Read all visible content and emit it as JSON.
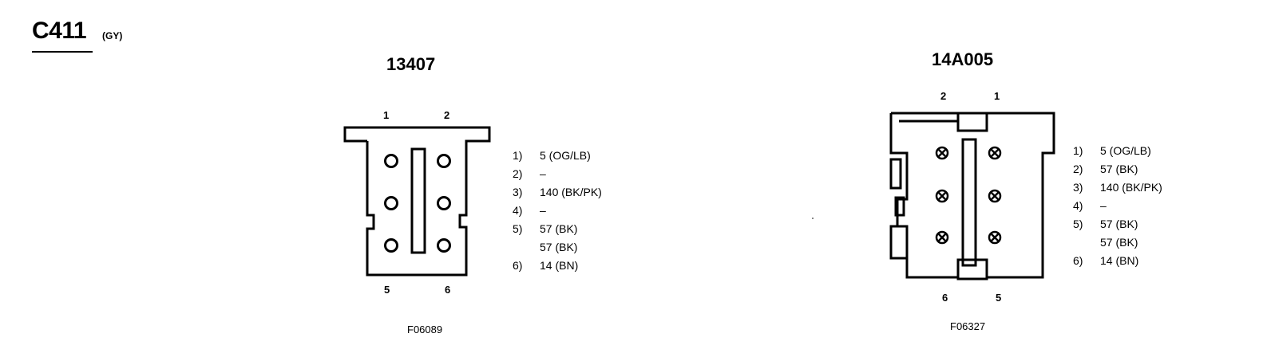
{
  "header": {
    "title": "C411",
    "subtitle": "(GY)"
  },
  "left_connector": {
    "part_number": "13407",
    "pins_top": [
      "1",
      "2"
    ],
    "pins_bottom": [
      "5",
      "6"
    ],
    "legend": [
      {
        "pin": "1)",
        "text": "5 (OG/LB)"
      },
      {
        "pin": "2)",
        "text": "–"
      },
      {
        "pin": "3)",
        "text": "140 (BK/PK)"
      },
      {
        "pin": "4)",
        "text": "–"
      },
      {
        "pin": "5)",
        "text": "57 (BK)"
      },
      {
        "pin": "",
        "text": "57 (BK)"
      },
      {
        "pin": "6)",
        "text": "14 (BN)"
      }
    ],
    "figure_id": "F06089"
  },
  "right_connector": {
    "part_number": "14A005",
    "pins_top": [
      "2",
      "1"
    ],
    "pins_bottom": [
      "6",
      "5"
    ],
    "legend": [
      {
        "pin": "1)",
        "text": "5 (OG/LB)"
      },
      {
        "pin": "2)",
        "text": "57 (BK)"
      },
      {
        "pin": "3)",
        "text": "140 (BK/PK)"
      },
      {
        "pin": "4)",
        "text": "–"
      },
      {
        "pin": "5)",
        "text": "57 (BK)"
      },
      {
        "pin": "",
        "text": "57 (BK)"
      },
      {
        "pin": "6)",
        "text": "14 (BN)"
      }
    ],
    "figure_id": "F06327"
  }
}
